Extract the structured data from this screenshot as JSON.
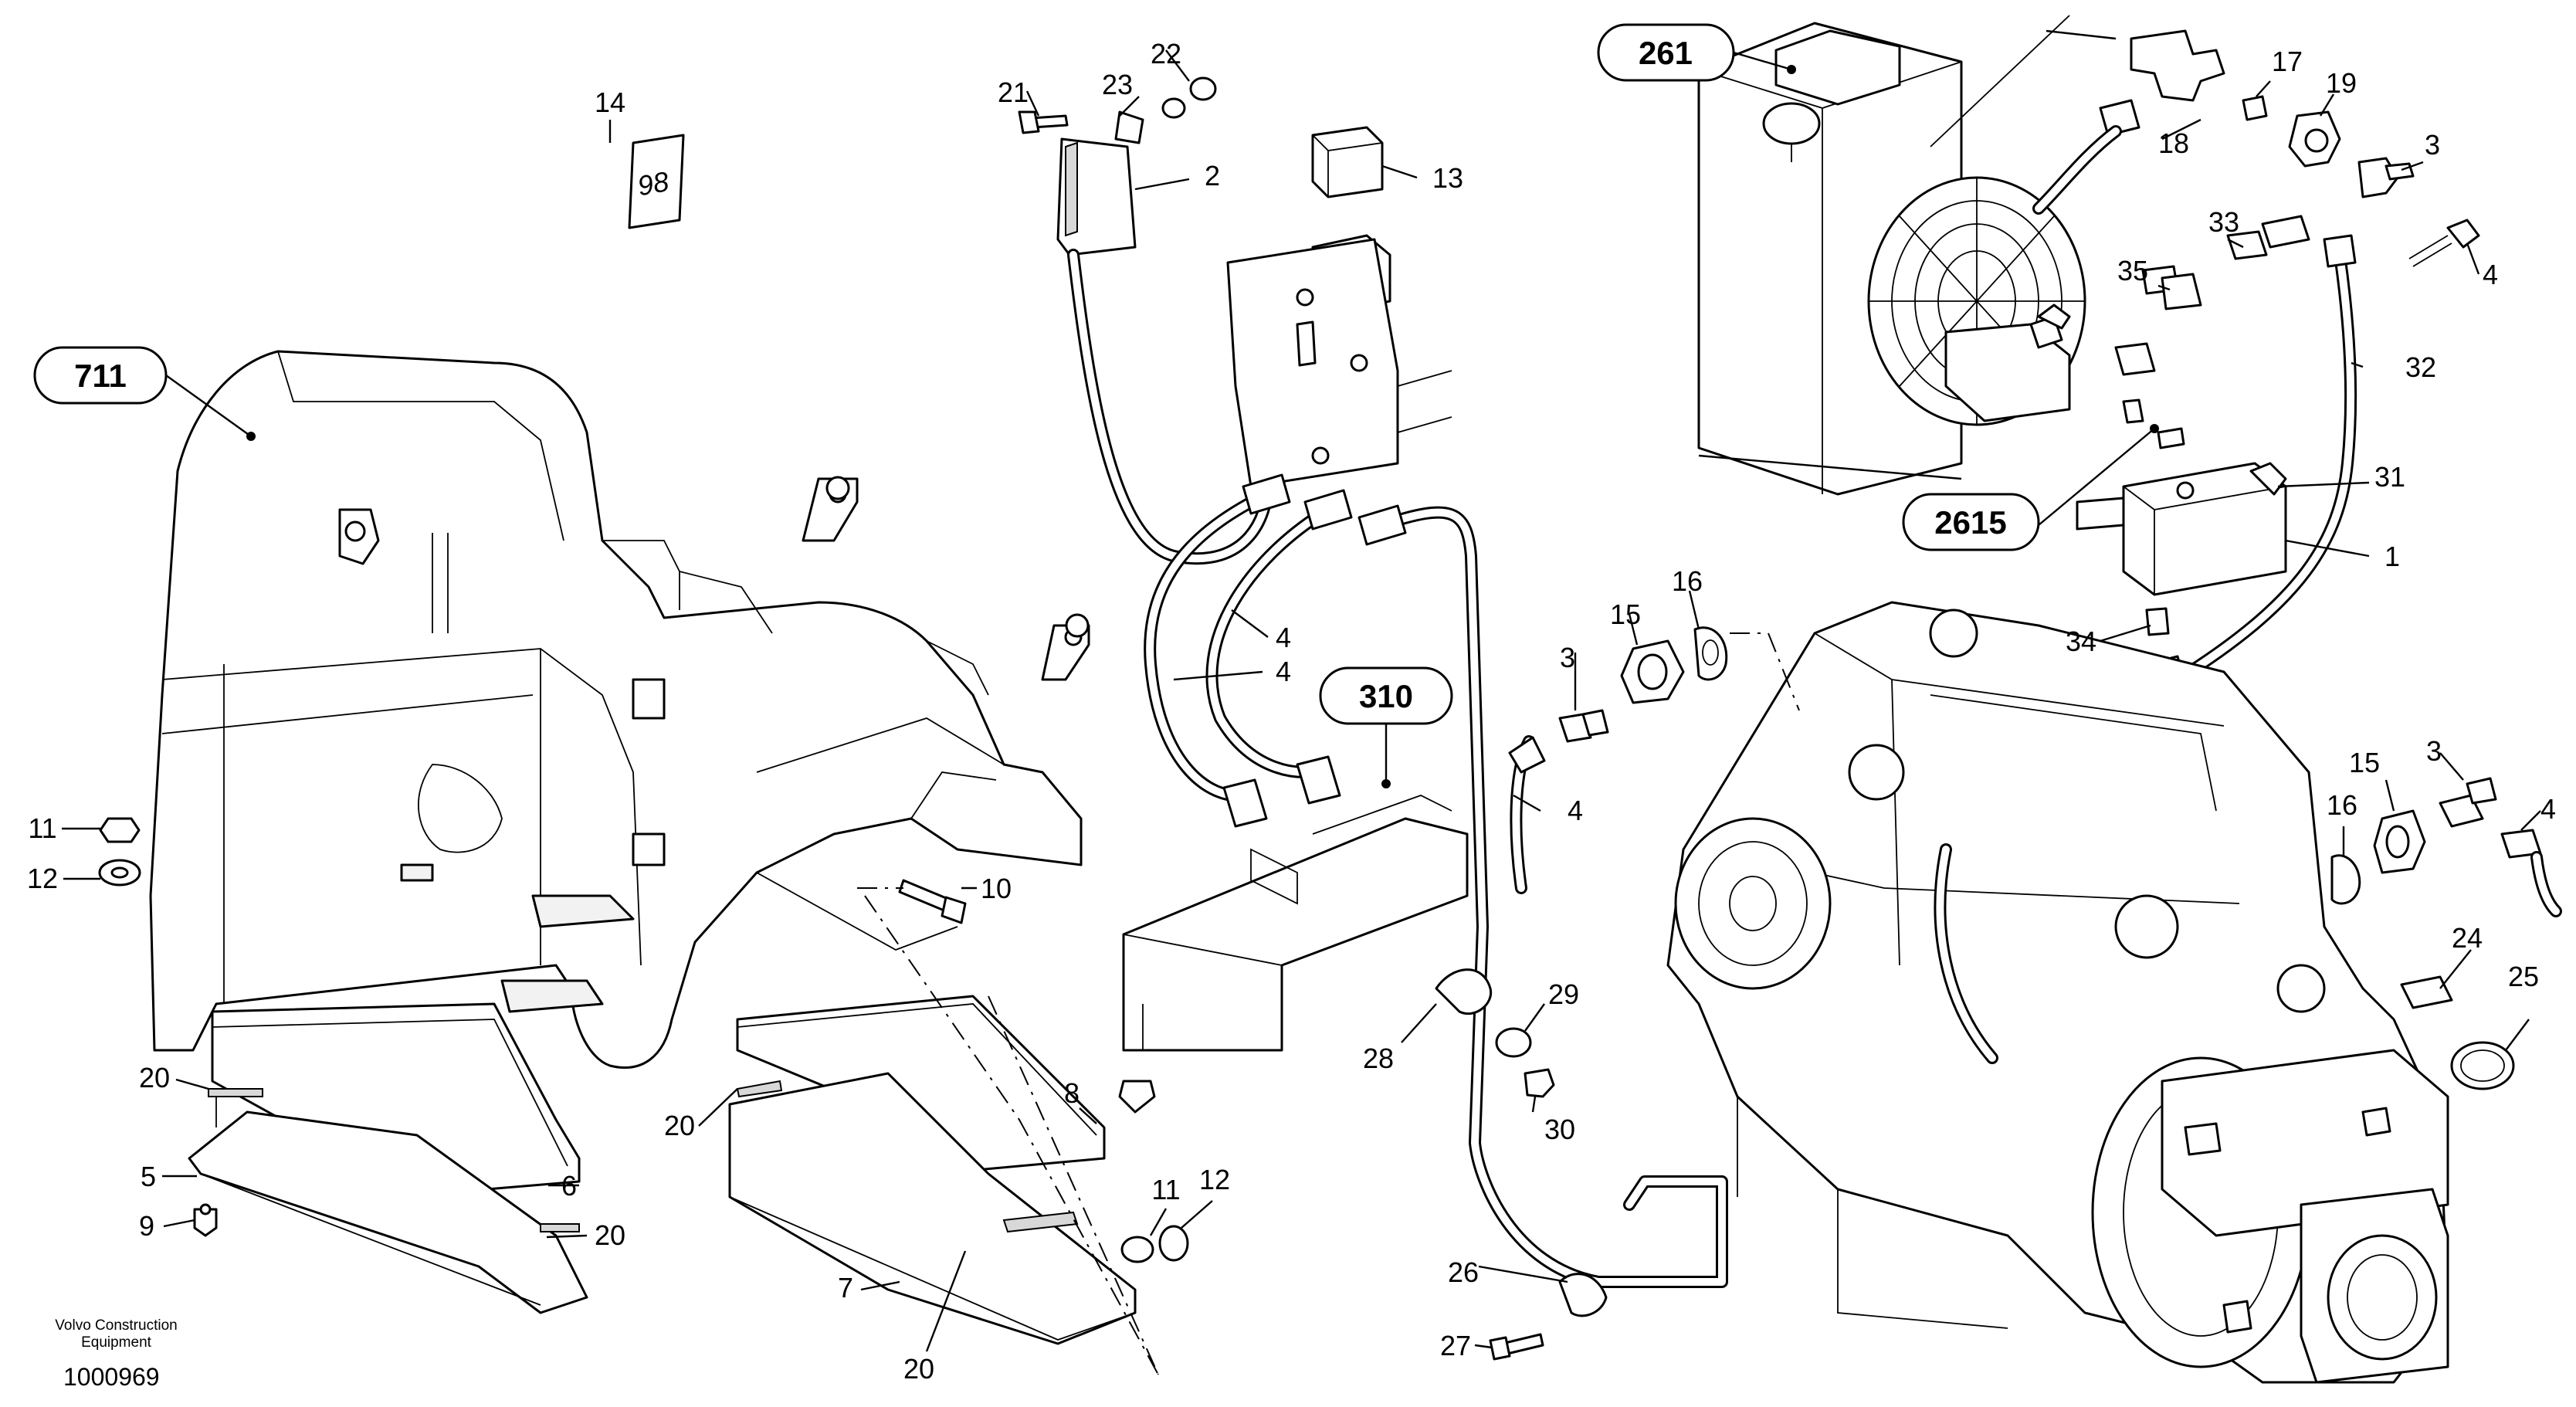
{
  "footer": {
    "brand_line1": "Volvo Construction",
    "brand_line2": "Equipment",
    "drawing_number": "1000969"
  },
  "groups": [
    "711",
    "310",
    "261",
    "2615"
  ],
  "labels": [
    "1",
    "2",
    "3",
    "3",
    "3",
    "4",
    "4",
    "4",
    "4",
    "4",
    "5",
    "6",
    "7",
    "8",
    "9",
    "10",
    "11",
    "11",
    "12",
    "12",
    "13",
    "14",
    "15",
    "15",
    "16",
    "16",
    "17",
    "18",
    "19",
    "20",
    "20",
    "20",
    "20",
    "21",
    "22",
    "23",
    "24",
    "25",
    "26",
    "27",
    "28",
    "29",
    "30",
    "31",
    "32",
    "33",
    "34",
    "35"
  ],
  "decal_text": "98"
}
